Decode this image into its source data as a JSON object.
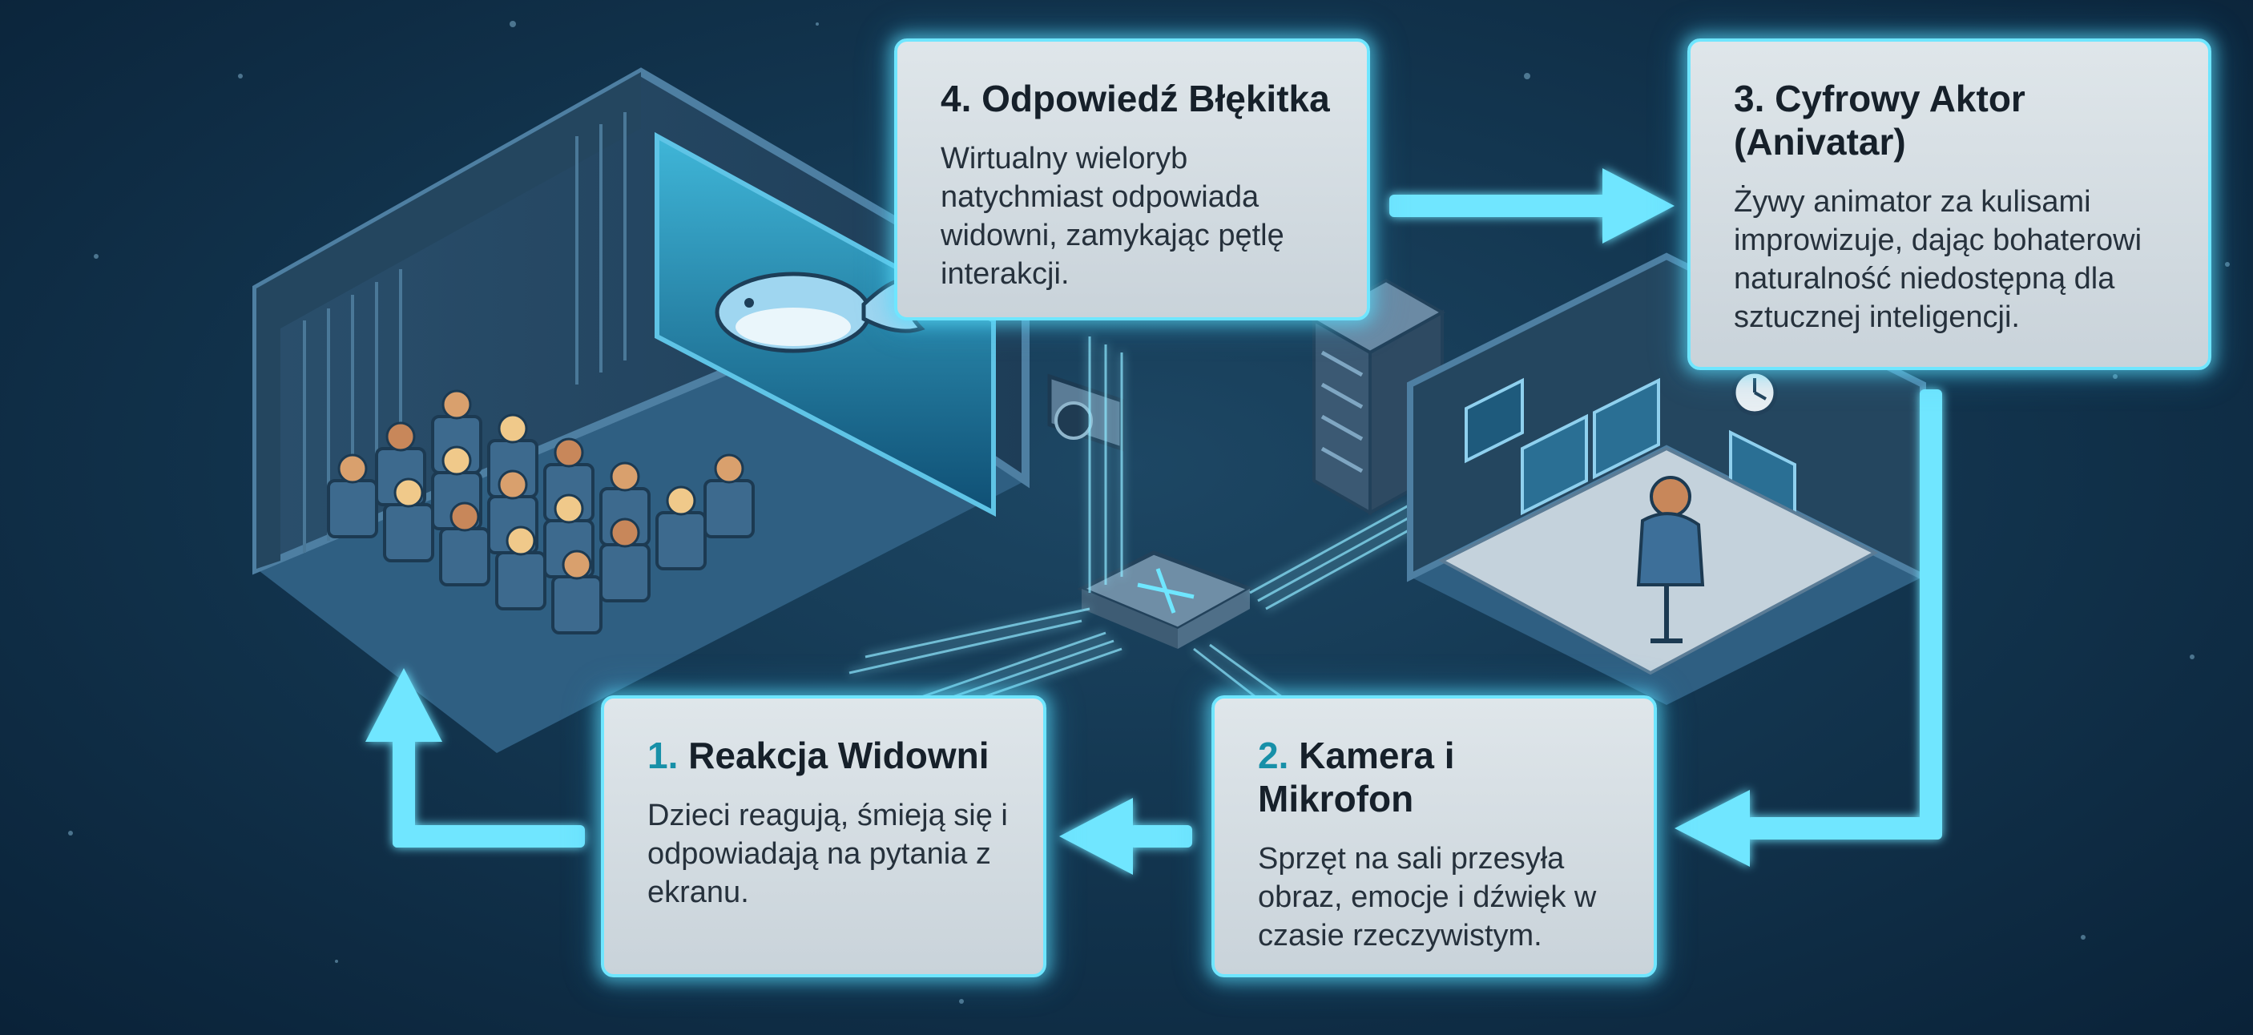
{
  "steps": [
    {
      "number": "1.",
      "title": "Reakcja Widowni",
      "body": "Dzieci reagują, śmieją się i odpowiadają na pytania z ekranu."
    },
    {
      "number": "2.",
      "title": "Kamera i Mikrofon",
      "body": "Sprzęt na sali przesyła obraz, emocje i dźwięk w czasie rzeczywistym."
    },
    {
      "number": "3.",
      "title": "Cyfrowy Aktor (Anivatar)",
      "body": "Żywy animator za kulisami improwizuje, dając bohaterowi naturalność niedostępną dla sztucznej inteligencji."
    },
    {
      "number": "4.",
      "title": "Odpowiedź Błękitka",
      "body": "Wirtualny wieloryb natychmiast odpowiada widowni, zamykając pętlę interakcji."
    }
  ],
  "colors": {
    "accent": "#6fe6ff",
    "number_teal": "#1790a8",
    "card_bg": "#d8e0e5",
    "background": "#133650"
  }
}
